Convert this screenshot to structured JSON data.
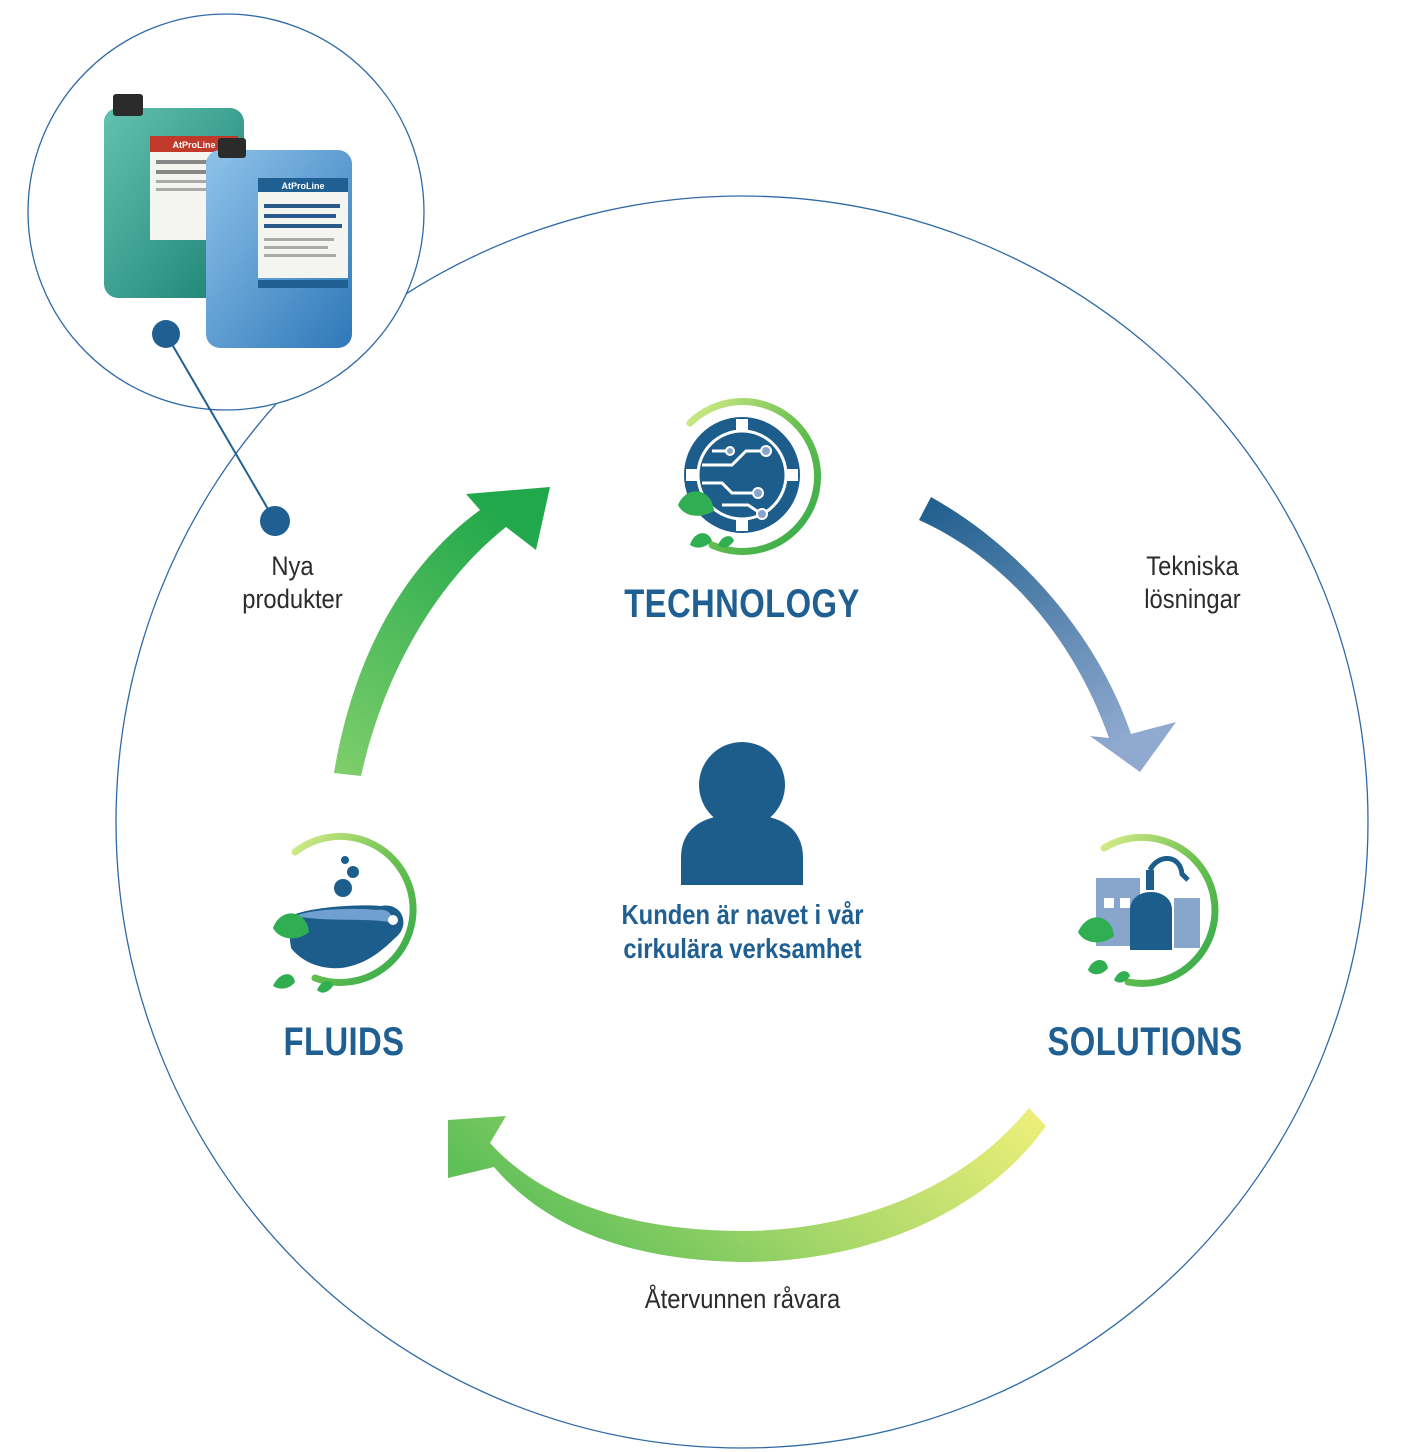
{
  "diagram": {
    "nodes": {
      "technology": {
        "label": "TECHNOLOGY",
        "icon": "gear-circuit-icon"
      },
      "solutions": {
        "label": "SOLUTIONS",
        "icon": "factory-icon"
      },
      "fluids": {
        "label": "FLUIDS",
        "icon": "liquid-flask-icon"
      }
    },
    "flows": {
      "fluids_to_technology": {
        "label_line1": "Nya",
        "label_line2": "produkter"
      },
      "technology_to_solutions": {
        "label_line1": "Tekniska",
        "label_line2": "lösningar"
      },
      "solutions_to_fluids": {
        "label": "Återvunnen råvara"
      }
    },
    "hub": {
      "icon": "person-icon",
      "line1": "Kunden är navet i vår",
      "line2": "cirkulära verksamhet"
    },
    "product_inset": {
      "icon": "product-canisters-icon",
      "canister_green_brand": "AtProLine",
      "canister_blue_brand": "AtProLine"
    },
    "colors": {
      "primary_blue": "#1f5f92",
      "dark_blue": "#1d5d8c",
      "light_blue": "#88a6cc",
      "green": "#2fae52",
      "light_green": "#8ccf5b",
      "yellow_green": "#ecef7a",
      "outline": "#2f6aa7"
    }
  }
}
